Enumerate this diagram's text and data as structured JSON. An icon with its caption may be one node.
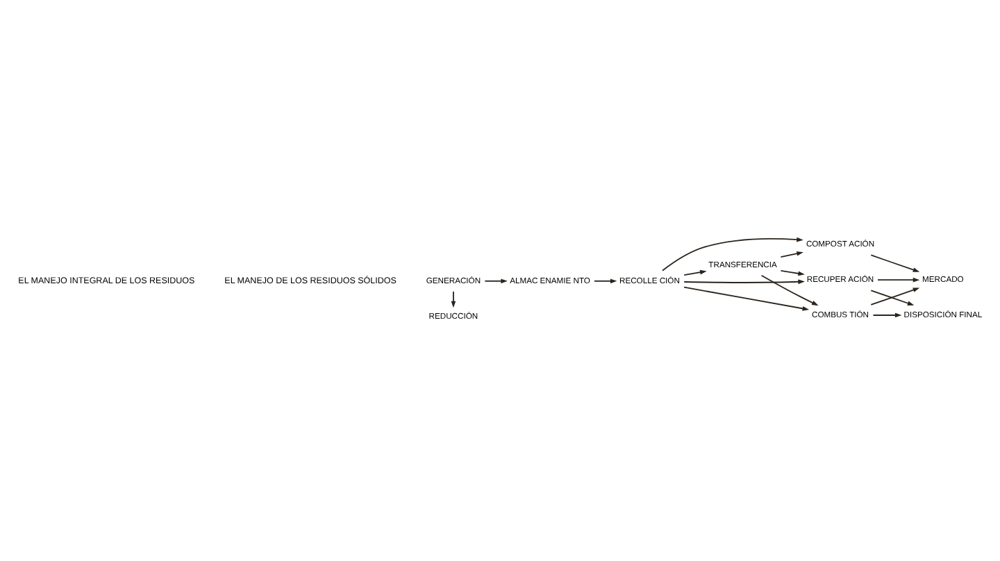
{
  "diagram": {
    "nodes": [
      {
        "text": [
          "REDUCCIÓN"
        ]
      },
      {
        "text": [
          "GENERACIÓN"
        ]
      },
      {
        "text": [
          "ALMAC ENAMIE NTO"
        ]
      },
      {
        "text": [
          "RECOLLE CIÓN"
        ]
      },
      {
        "text": [
          "TRANSFERENCIA"
        ]
      },
      {
        "text": [
          "RECUPER ACIÓN"
        ]
      },
      {
        "text": [
          "COMPOST ACIÓN"
        ]
      },
      {
        "text": [
          "COMBUS TIÓN"
        ]
      },
      {
        "text": [
          "MERCADO"
        ]
      },
      {
        "text": [
          "DISPOSICIÓN FINAL"
        ]
      }
    ],
    "edges": [
      {
        "from": 1,
        "to": 0,
        "arrow": "to"
      },
      {
        "from": 1,
        "to": 2,
        "arrow": "to"
      },
      {
        "from": 2,
        "to": 3,
        "arrow": "to"
      },
      {
        "from": 3,
        "to": 4,
        "arrow": "to"
      },
      {
        "from": 3,
        "to": 5,
        "arrow": "to"
      },
      {
        "from": 3,
        "to": 6,
        "arrow": "to"
      },
      {
        "from": 3,
        "to": 7,
        "arrow": "to"
      },
      {
        "from": 4,
        "to": 5,
        "arrow": "to"
      },
      {
        "from": 4,
        "to": 6,
        "arrow": "to"
      },
      {
        "from": 4,
        "to": 7,
        "arrow": "to"
      },
      {
        "from": 5,
        "to": 8,
        "arrow": "to"
      },
      {
        "from": 5,
        "to": 9,
        "arrow": "to"
      },
      {
        "from": 6,
        "to": 8,
        "arrow": "to"
      },
      {
        "from": 7,
        "to": 8,
        "arrow": "to"
      },
      {
        "from": 7,
        "to": 9,
        "arrow": "to"
      }
    ],
    "labels": [
      "EL MANEJO INTEGRAL DE LOS RESIDUOS",
      "EL MANEJO DE LOS RESIDUOS SÓLIDOS"
    ]
  }
}
